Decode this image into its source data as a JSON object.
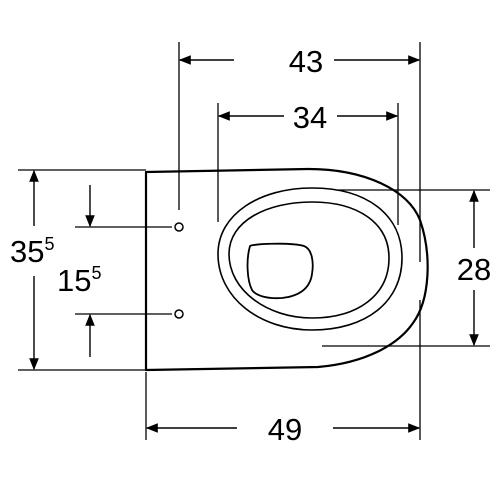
{
  "dimensions": {
    "top_width": "43",
    "inner_width": "34",
    "bottom_width": "49",
    "right_height": "28",
    "left_height_main": "35",
    "left_height_sup": "5",
    "inner_height_main": "15",
    "inner_height_sup": "5"
  },
  "colors": {
    "line": "#000000",
    "background": "#ffffff"
  }
}
